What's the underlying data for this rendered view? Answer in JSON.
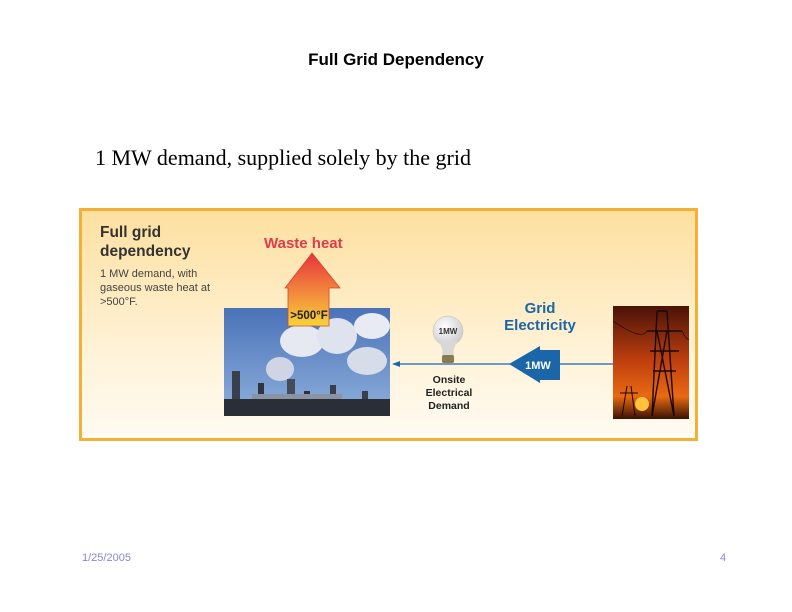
{
  "slide": {
    "title": "Full Grid Dependency",
    "subtitle": "1 MW demand, supplied solely by the grid",
    "date": "1/25/2005",
    "page_number": "4"
  },
  "diagram": {
    "heading": "Full grid dependency",
    "description": "1 MW demand, with gaseous waste heat at >500°F.",
    "waste_heat_label": "Waste heat",
    "temperature_label": ">500°F",
    "bulb_label": "1MW",
    "demand_label": "Onsite Electrical Demand",
    "grid_label": "Grid Electricity",
    "grid_arrow_label": "1MW",
    "colors": {
      "border": "#f2b134",
      "waste": "#e23a4a",
      "grid": "#1a66a8"
    }
  }
}
